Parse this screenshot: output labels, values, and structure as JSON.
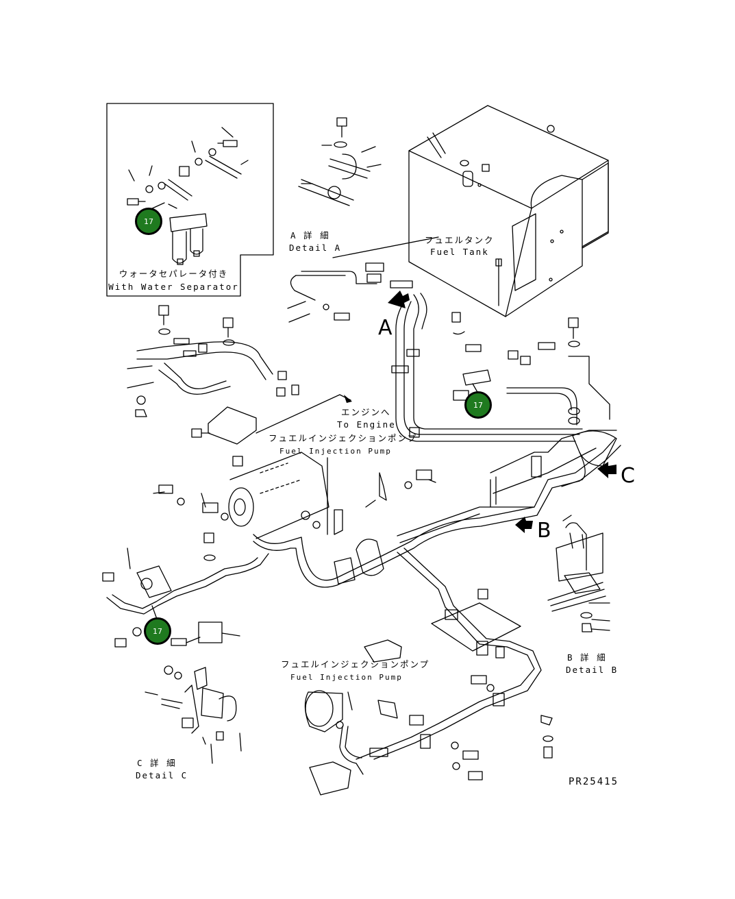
{
  "labels": {
    "inset_jp": "ウォータセパレータ付き",
    "inset_en": "With Water Separator",
    "detail_a_jp": "A 詳 細",
    "detail_a_en": "Detail A",
    "fuel_tank_jp": "フュエルタンク",
    "fuel_tank_en": "Fuel Tank",
    "to_engine_jp": "エンジンへ",
    "to_engine_en": "To Engine",
    "pump_top_jp": "フュエルインジェクションポンプ",
    "pump_top_en": "Fuel Injection Pump",
    "pump_bottom_jp": "フュエルインジェクションポンプ",
    "pump_bottom_en": "Fuel Injection Pump",
    "detail_b_jp": "B 詳 細",
    "detail_b_en": "Detail B",
    "detail_c_jp": "C 詳 細",
    "detail_c_en": "Detail C",
    "view_a": "A",
    "view_b": "B",
    "view_c": "C",
    "drawing_code": "PR25415"
  },
  "callouts": [
    {
      "id": "callout-1",
      "number": "17"
    },
    {
      "id": "callout-2",
      "number": "17"
    },
    {
      "id": "callout-3",
      "number": "17"
    }
  ],
  "colors": {
    "callout_fill": "#1f7a1f",
    "ink": "#000000"
  }
}
